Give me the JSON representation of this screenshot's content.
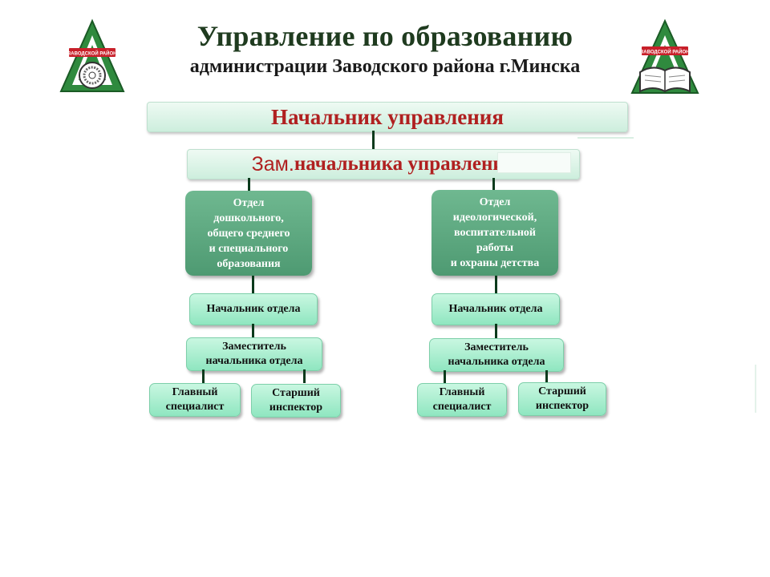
{
  "header": {
    "title_line1": "Управление по образованию",
    "title_line2": "администрации Заводского района г.Минска",
    "logo_left_text": "ЗАВОДСКОЙ РАЙОН",
    "logo_right_text": "ЗАВОДСКОЙ РАЙОН"
  },
  "chart": {
    "head": "Начальник управления",
    "deputy_prefix": "Зам.",
    "deputy_rest": " начальника управления",
    "departments": [
      {
        "name": "Отдел\nдошкольного,\nобщего среднего\nи специального\nобразования",
        "chief": "Начальник отдела",
        "deputy": "Заместитель\nначальника отдела",
        "specialist": "Главный\nспециалист",
        "inspector": "Старший\nинспектор"
      },
      {
        "name": "Отдел\nидеологической,\nвоспитательной\nработы\nи охраны детства",
        "chief": "Начальник отдела",
        "deputy": "Заместитель\nначальника отдела",
        "specialist": "Главный\nспециалист",
        "inspector": "Старший\nинспектор"
      }
    ]
  },
  "colors": {
    "title": "#1f3b1f",
    "head_text": "#b02020",
    "department_fill": "#5aa880",
    "node_fill": "#a8eed0",
    "connector": "#0b3a1c"
  }
}
